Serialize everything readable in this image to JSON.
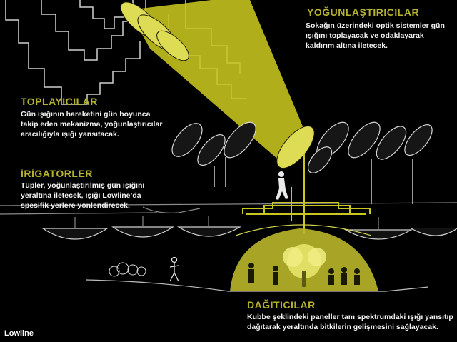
{
  "sections": {
    "concentrators": {
      "title": "YOĞUNLAŞTIRICILAR",
      "lines": [
        "Sokağın üzerindeki optik sistemler gün",
        "ışığını toplayacak ve odaklayarak",
        "kaldırım altına iletecek."
      ]
    },
    "collectors": {
      "title": "TOPLAYICILAR",
      "lines": [
        "Gün ışığının hareketini gün boyunca",
        "takip eden mekanizma, yoğunlaştırıcılar",
        "aracılığıyla ışığı yansıtacak."
      ]
    },
    "irrigators": {
      "title": "İRİGATÖRLER",
      "lines": [
        "Tüpler, yoğunlaştırılmış gün ışığını",
        "yeraltına iletecek, ışığı Lowline’da",
        "spesifik yerlere yönlendirecek."
      ]
    },
    "distributors": {
      "title": "DAĞITICILAR",
      "lines": [
        "Kubbe şeklindeki paneller tam spektrumdaki ışığı yansıtıp",
        "dağıtarak yeraltında bitkilerin gelişmesini sağlayacak."
      ]
    }
  },
  "brand": "Lowline",
  "colors": {
    "background": "#000000",
    "accent": "#b5b230",
    "light_beam": "#c9c620",
    "text": "#f2f2f2",
    "outline": "#d8d8d8"
  }
}
